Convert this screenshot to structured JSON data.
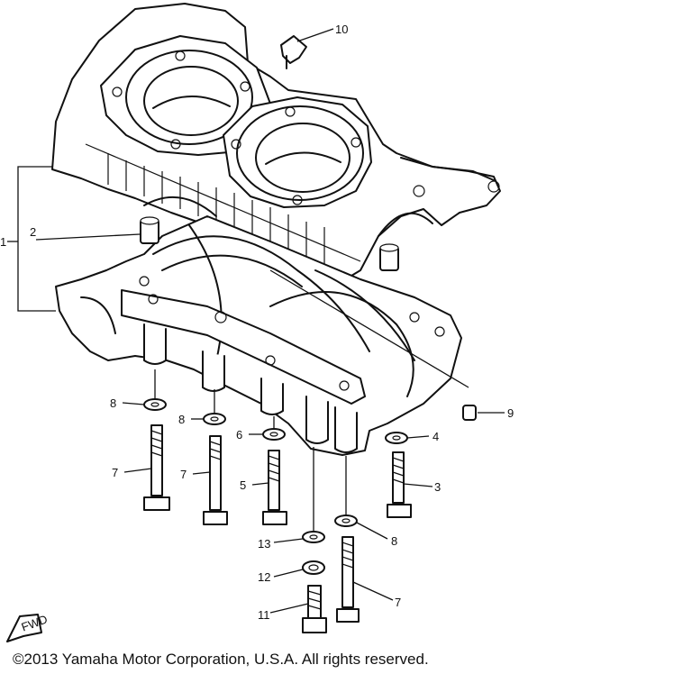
{
  "callouts": {
    "c1": "1",
    "c2": "2",
    "c3": "3",
    "c4": "4",
    "c5": "5",
    "c6": "6",
    "c7a": "7",
    "c7b": "7",
    "c7c": "7",
    "c8a": "8",
    "c8b": "8",
    "c8c": "8",
    "c9": "9",
    "c10": "10",
    "c11": "11",
    "c12": "12",
    "c13": "13"
  },
  "fwd_label": "FWD",
  "copyright": "©2013 Yamaha Motor Corporation, U.S.A. All rights reserved.",
  "colors": {
    "line": "#111111",
    "background": "#ffffff"
  }
}
